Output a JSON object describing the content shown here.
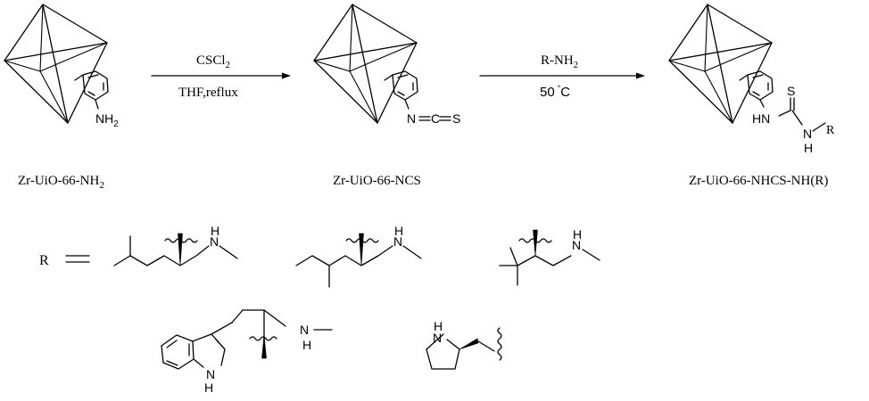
{
  "compounds": {
    "start": {
      "name_main": "Zr-UiO-66-NH",
      "name_sub": "2",
      "amine_main": "NH",
      "amine_sub": "2"
    },
    "intermediate": {
      "name": "Zr-UiO-66-NCS",
      "n": "N",
      "c": "C",
      "s": "S"
    },
    "product": {
      "name": "Zr-UiO-66-NHCS-NH(R)",
      "nh": "HN",
      "s": "S",
      "n": "N",
      "h": "H",
      "r": "R"
    }
  },
  "steps": {
    "step1": {
      "reagent_main": "CSCl",
      "reagent_sub": "2",
      "conditions": "THF,reflux"
    },
    "step2": {
      "reagent_main": "R-NH",
      "reagent_sub": "2",
      "temperature": "50",
      "temperature_unit": "C"
    }
  },
  "r_groups": {
    "label": "R",
    "amine_nh": "N",
    "amine_h": "H",
    "indole_nh": "N",
    "indole_h": "H"
  }
}
